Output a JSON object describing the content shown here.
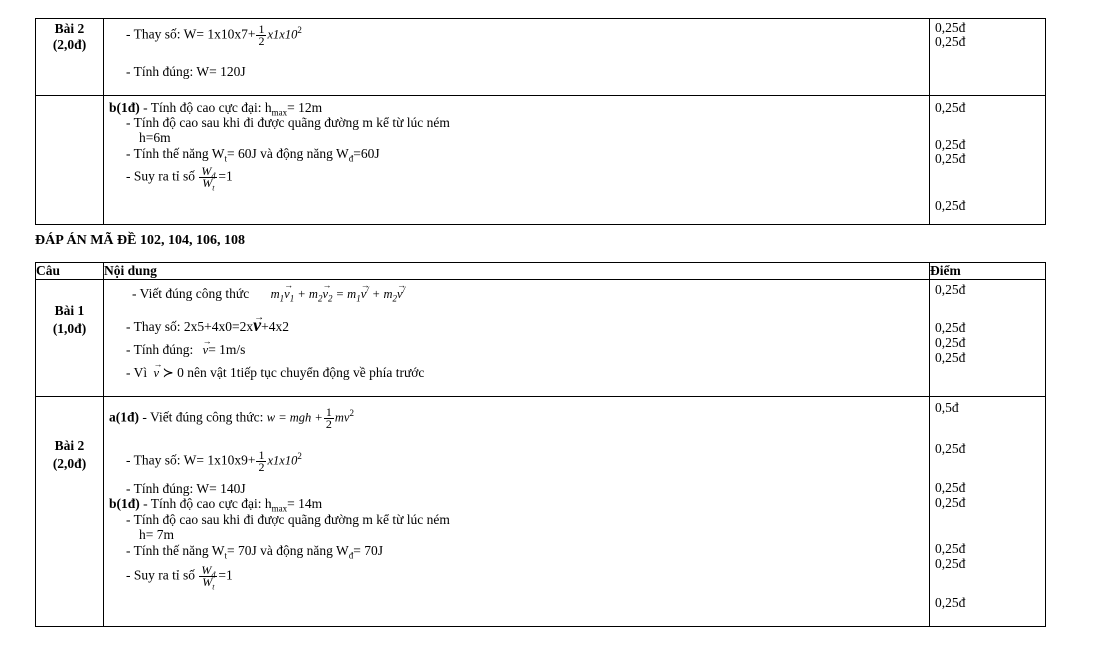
{
  "top_table": {
    "question_label": "Bài 2",
    "question_points": "(2,0đ)",
    "substitute_prefix": "- Thay số: W= 1x10x7+",
    "frac_num": "1",
    "frac_den": "2",
    "substitute_suffix": "x1x10",
    "substitute_exp": "2",
    "correct_result": "- Tính đúng: W= 120J",
    "part_b_label": "b(1đ)",
    "part_b_text": " - Tính độ cao cực đại: h",
    "part_b_sub": "max",
    "part_b_rest": "= 12m",
    "height_line1": "- Tính độ cao sau khi đi được quãng đường m kể từ lúc ném",
    "height_line2": "h=6m",
    "energy_prefix": "- Tính thế năng W",
    "energy_t": "t",
    "energy_mid": "= 60J và động năng W",
    "energy_d": "đ",
    "energy_suffix": "=60J",
    "ratio_prefix": "- Suy ra tỉ số",
    "ratio_num": "W",
    "ratio_num_sub": "đ",
    "ratio_den": "W",
    "ratio_den_sub": "t",
    "ratio_value": "=1",
    "scores": [
      "0,25đ",
      "0,25đ",
      "0,25đ",
      "0,25đ",
      "0,25đ",
      "0,25đ"
    ]
  },
  "heading": "ĐÁP ÁN MÃ ĐỀ 102, 104, 106, 108",
  "bottom_table": {
    "headers": {
      "cau": "Câu",
      "noi_dung": "Nội dung",
      "diem": "Điểm"
    },
    "q1": {
      "label": "Bài 1",
      "points": "(1,0đ)",
      "formula_prefix": "- Viết đúng công thức",
      "substitute_prefix": "- Thay số:  2x5+4x0=2x",
      "substitute_suffix": "+4x2",
      "correct_prefix": "- Tính đúng:",
      "correct_value": "= 1m/s",
      "because_prefix": "- Vì",
      "because_mid": "≻ 0",
      "because_suffix": " nên vật 1tiếp tục chuyển động về phía trước",
      "scores": [
        "0,25đ",
        "0,25đ",
        "0,25đ",
        "0,25đ"
      ]
    },
    "q2": {
      "label": "Bài 2",
      "points": "(2,0đ)",
      "part_a_label": "a(1đ)",
      "part_a_text": " - Viết đúng công thức:",
      "part_a_formula_prefix": "w = mgh +",
      "frac_num": "1",
      "frac_den": "2",
      "part_a_formula_suffix": "mv",
      "substitute_prefix": "- Thay số: W= 1x10x9+",
      "substitute_suffix": "x1x10",
      "exp": "2",
      "correct_result": "- Tính đúng: W= 140J",
      "part_b_label": "b(1đ)",
      "part_b_text": " - Tính độ cao cực đại: h",
      "part_b_sub": "max",
      "part_b_rest": "= 14m",
      "height_line1": "- Tính độ cao sau khi đi được quãng đường m kể từ lúc ném",
      "height_line2": "h= 7m",
      "energy_prefix": "- Tính thế năng W",
      "energy_t": "t",
      "energy_mid": "= 70J và động năng W",
      "energy_d": "đ",
      "energy_suffix": "= 70J",
      "ratio_prefix": "- Suy ra tỉ số",
      "ratio_num": "W",
      "ratio_num_sub": "đ",
      "ratio_den": "W",
      "ratio_den_sub": "t",
      "ratio_value": "=1",
      "scores": [
        "0,5đ",
        "0,25đ",
        "0,25đ",
        "0,25đ",
        "0,25đ",
        "0,25đ",
        "0,25đ"
      ]
    }
  }
}
